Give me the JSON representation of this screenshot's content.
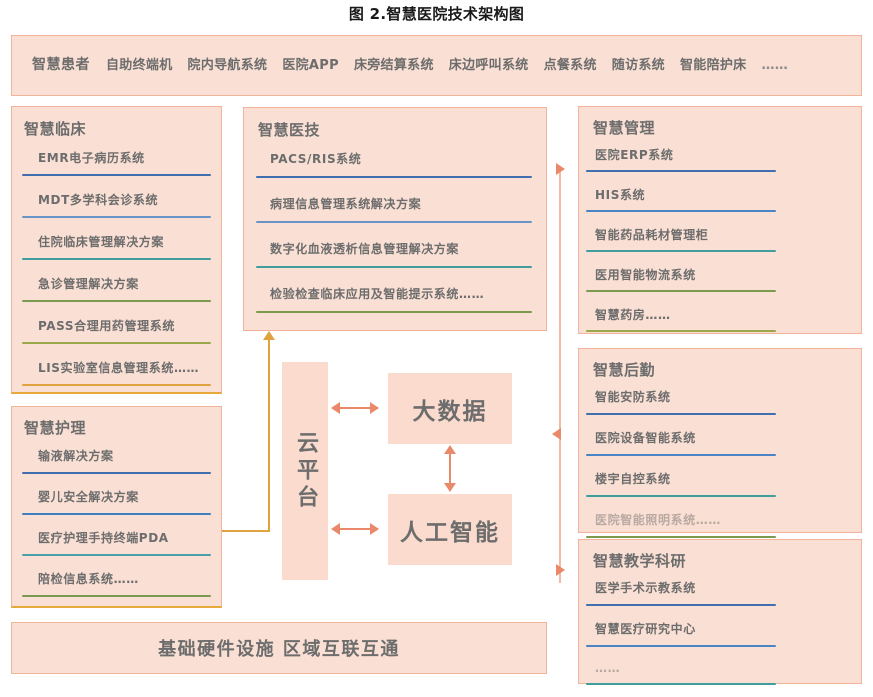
{
  "title": "图 2.智慧医院技术架构图",
  "colors": {
    "panel_bg": "#fae0d4",
    "panel_border": "#f0b49a",
    "core_bg": "#fadbcd",
    "text": "#6d6d6d",
    "connector_orange": "#e9896a",
    "connector_gold": "#e0a13f",
    "rule_blue": "#3f6fae",
    "rule_blue_light": "#6a94c8",
    "rule_teal": "#3f9e9b",
    "rule_green": "#7a9b4e",
    "rule_olive": "#9aa84a",
    "rule_gold": "#e0a13f"
  },
  "patients": {
    "lead": "智慧患者",
    "items": [
      "自助终端机",
      "院内导航系统",
      "医院APP",
      "床旁结算系统",
      "床边呼叫系统",
      "点餐系统",
      "随访系统",
      "智能陪护床"
    ],
    "tail": "……"
  },
  "clinical": {
    "title": "智慧临床",
    "items": [
      {
        "label": "EMR电子病历系统",
        "rule": "#3f6fae"
      },
      {
        "label": "MDT多学科会诊系统",
        "rule": "#6a94c8"
      },
      {
        "label": "住院临床管理解决方案",
        "rule": "#3f9e9b"
      },
      {
        "label": "急诊管理解决方案",
        "rule": "#7a9b4e"
      },
      {
        "label": "PASS合理用药管理系统",
        "rule": "#9aa84a"
      },
      {
        "label": "LIS实验室信息管理系统……",
        "rule": "#e0a13f"
      }
    ]
  },
  "nursing": {
    "title": "智慧护理",
    "items": [
      {
        "label": "输液解决方案",
        "rule": "#3f6fae"
      },
      {
        "label": "婴儿安全解决方案",
        "rule": "#3f7fc0"
      },
      {
        "label": "医疗护理手持终端PDA",
        "rule": "#4a9fa8"
      },
      {
        "label": "陪检信息系统……",
        "rule": "#7a9b4e"
      }
    ]
  },
  "medtech": {
    "title": "智慧医技",
    "items": [
      {
        "label": "PACS/RIS系统",
        "rule": "#3f6fae"
      },
      {
        "label": "病理信息管理系统解决方案",
        "rule": "#6a94c8"
      },
      {
        "label": "数字化血液透析信息管理解决方案",
        "rule": "#3f9e9b"
      },
      {
        "label": "检验检查临床应用及智能提示系统……",
        "rule": "#7a9b4e"
      }
    ]
  },
  "management": {
    "title": "智慧管理",
    "items": [
      {
        "label": "医院ERP系统",
        "rule": "#3f6fae"
      },
      {
        "label": "HIS系统",
        "rule": "#4a84c4"
      },
      {
        "label": "智能药品耗材管理柜",
        "rule": "#3f9e9b"
      },
      {
        "label": "医用智能物流系统",
        "rule": "#7a9b4e"
      },
      {
        "label": "智慧药房……",
        "rule": "#9aa84a"
      }
    ]
  },
  "logistics": {
    "title": "智慧后勤",
    "items": [
      {
        "label": "智能安防系统",
        "rule": "#3f6fae",
        "faded": false
      },
      {
        "label": "医院设备智能系统",
        "rule": "#4a84c4",
        "faded": false
      },
      {
        "label": "楼宇自控系统",
        "rule": "#3f9e9b",
        "faded": false
      },
      {
        "label": "医院智能照明系统……",
        "rule": "#7a9b4e",
        "faded": true
      }
    ]
  },
  "research": {
    "title": "智慧教学科研",
    "items": [
      {
        "label": "医学手术示教系统",
        "rule": "#3f6fae",
        "faded": false
      },
      {
        "label": "智慧医疗研究中心",
        "rule": "#4a84c4",
        "faded": false
      },
      {
        "label": "……",
        "rule": "#3f9e9b",
        "faded": true
      }
    ]
  },
  "core": {
    "cloud": "云平台",
    "bigdata": "大数据",
    "ai": "人工智能"
  },
  "infrastructure": {
    "text": "基础硬件设施  区域互联互通"
  }
}
